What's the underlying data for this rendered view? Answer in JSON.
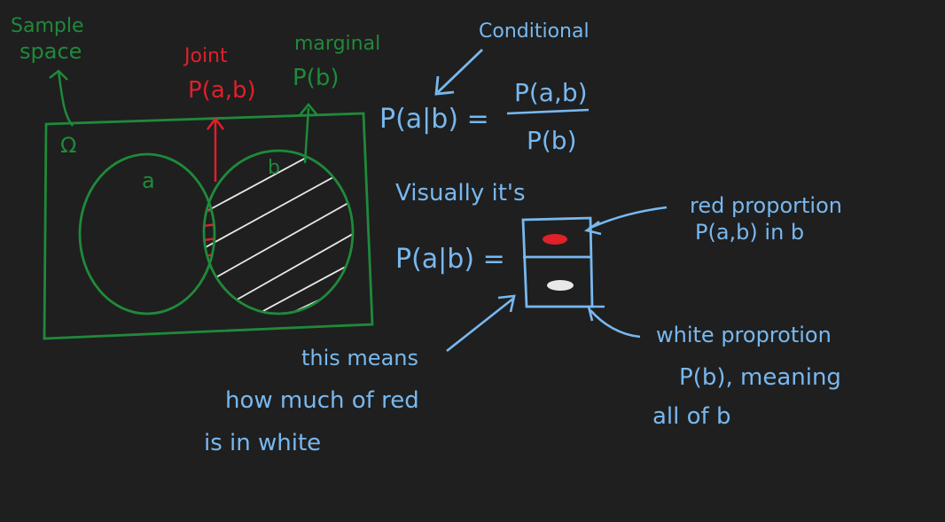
{
  "colors": {
    "background": "#1f1f1f",
    "green": "#1f8a3a",
    "red": "#e0202a",
    "blue": "#78b8f0",
    "white": "#e8e8e8"
  },
  "labels": {
    "sample_space_line1": "Sample",
    "sample_space_line2": "space",
    "omega": "Ω",
    "joint": "Joint",
    "joint_expr": "P(a,b)",
    "marginal": "marginal",
    "marginal_expr": "P(b)",
    "set_a": "a",
    "set_b": "b",
    "conditional": "Conditional",
    "formula_lhs": "P(a|b) =",
    "formula_num": "P(a,b)",
    "formula_den": "P(b)",
    "visually": "Visually it's",
    "visual_lhs": "P(a|b) =",
    "red_prop_line1": "red proportion",
    "red_prop_line2": "P(a,b) in b",
    "white_prop_line1": "white proprotion",
    "white_prop_line2": "P(b), meaning",
    "white_prop_line3": "all of b",
    "this_means": "this means",
    "how_much_line1": "how much of red",
    "how_much_line2": "is   in  white"
  }
}
